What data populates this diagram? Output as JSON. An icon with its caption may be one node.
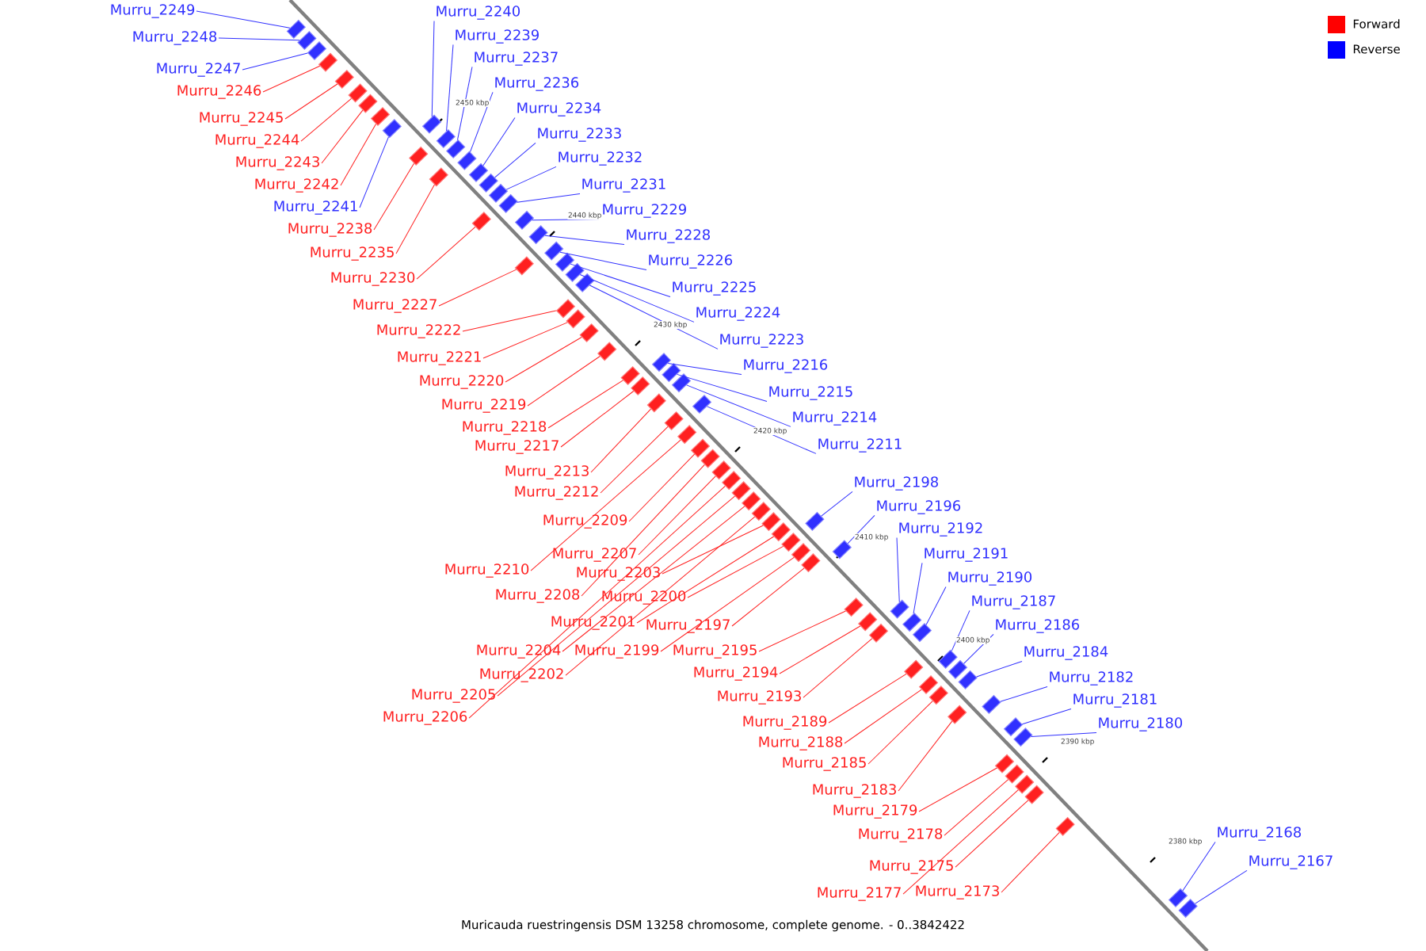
{
  "diagram": {
    "caption": "Muricauda ruestringensis DSM 13258 chromosome, complete genome. - 0..3842422",
    "nodes": [
      {
        "text": [
          "Murru_2249"
        ]
      },
      {
        "text": [
          "Murru_2240"
        ]
      },
      {
        "text": [
          "Murru_2239"
        ]
      },
      {
        "text": [
          "Murru_2248"
        ]
      },
      {
        "text": [
          "Murru_2237"
        ]
      },
      {
        "text": [
          "Murru_2247"
        ]
      },
      {
        "text": [
          "Murru_2236"
        ]
      },
      {
        "text": [
          "Murru_2246"
        ]
      },
      {
        "text": [
          "Murru_2234"
        ]
      },
      {
        "text": [
          "Murru_2245"
        ]
      },
      {
        "text": [
          "Murru_2233"
        ]
      },
      {
        "text": [
          "Murru_2244"
        ]
      },
      {
        "text": [
          "Murru_2232"
        ]
      },
      {
        "text": [
          "Murru_2243"
        ]
      },
      {
        "text": [
          "Murru_2231"
        ]
      },
      {
        "text": [
          "Murru_2242"
        ]
      },
      {
        "text": [
          "Murru_2241"
        ]
      },
      {
        "text": [
          "Murru_2229"
        ]
      },
      {
        "text": [
          "Murru_2238"
        ]
      },
      {
        "text": [
          "Murru_2228"
        ]
      },
      {
        "text": [
          "Murru_2235"
        ]
      },
      {
        "text": [
          "Murru_2226"
        ]
      },
      {
        "text": [
          "Murru_2230"
        ]
      },
      {
        "text": [
          "Murru_2225"
        ]
      },
      {
        "text": [
          "Murru_2227"
        ]
      },
      {
        "text": [
          "Murru_2224"
        ]
      },
      {
        "text": [
          "Murru_2222"
        ]
      },
      {
        "text": [
          "Murru_2223"
        ]
      },
      {
        "text": [
          "Murru_2221"
        ]
      },
      {
        "text": [
          "Murru_2216"
        ]
      },
      {
        "text": [
          "Murru_2220"
        ]
      },
      {
        "text": [
          "Murru_2215"
        ]
      },
      {
        "text": [
          "Murru_2219"
        ]
      },
      {
        "text": [
          "Murru_2214"
        ]
      },
      {
        "text": [
          "Murru_2218"
        ]
      },
      {
        "text": [
          "Murru_2211"
        ]
      },
      {
        "text": [
          "Murru_2217"
        ]
      },
      {
        "text": [
          "Murru_2213"
        ]
      },
      {
        "text": [
          "Murru_2212"
        ]
      },
      {
        "text": [
          "Murru_2198"
        ]
      },
      {
        "text": [
          "Murru_2196"
        ]
      },
      {
        "text": [
          "Murru_2209"
        ]
      },
      {
        "text": [
          "Murru_2192"
        ]
      },
      {
        "text": [
          "Murru_2207"
        ]
      },
      {
        "text": [
          "Murru_2191"
        ]
      },
      {
        "text": [
          "Murru_2210"
        ]
      },
      {
        "text": [
          "Murru_2203"
        ]
      },
      {
        "text": [
          "Murru_2190"
        ]
      },
      {
        "text": [
          "Murru_2208"
        ]
      },
      {
        "text": [
          "Murru_2200"
        ]
      },
      {
        "text": [
          "Murru_2187"
        ]
      },
      {
        "text": [
          "Murru_2201"
        ]
      },
      {
        "text": [
          "Murru_2197"
        ]
      },
      {
        "text": [
          "Murru_2186"
        ]
      },
      {
        "text": [
          "Murru_2204"
        ]
      },
      {
        "text": [
          "Murru_2199"
        ]
      },
      {
        "text": [
          "Murru_2195"
        ]
      },
      {
        "text": [
          "Murru_2184"
        ]
      },
      {
        "text": [
          "Murru_2202"
        ]
      },
      {
        "text": [
          "Murru_2194"
        ]
      },
      {
        "text": [
          "Murru_2182"
        ]
      },
      {
        "text": [
          "Murru_2205"
        ]
      },
      {
        "text": [
          "Murru_2193"
        ]
      },
      {
        "text": [
          "Murru_2181"
        ]
      },
      {
        "text": [
          "Murru_2206"
        ]
      },
      {
        "text": [
          "Murru_2189"
        ]
      },
      {
        "text": [
          "Murru_2180"
        ]
      },
      {
        "text": [
          "Murru_2188"
        ]
      },
      {
        "text": [
          "Murru_2185"
        ]
      },
      {
        "text": [
          "Murru_2183"
        ]
      },
      {
        "text": [
          "Murru_2179"
        ]
      },
      {
        "text": [
          "Murru_2168"
        ]
      },
      {
        "text": [
          "Murru_2178"
        ]
      },
      {
        "text": [
          "Murru_2167"
        ]
      },
      {
        "text": [
          "Murru_2175"
        ]
      },
      {
        "text": [
          "Murru_2177"
        ]
      },
      {
        "text": [
          "Murru_2173"
        ]
      },
      {
        "text": [],
        "shape": "box"
      },
      {
        "text": [],
        "shape": "box"
      },
      {
        "text": [],
        "shape": "box"
      },
      {
        "text": [],
        "shape": "box"
      },
      {
        "text": [],
        "shape": "box"
      },
      {
        "text": [],
        "shape": "box"
      },
      {
        "text": [],
        "shape": "box"
      },
      {
        "text": [],
        "shape": "box"
      },
      {
        "text": [],
        "shape": "box"
      },
      {
        "text": [],
        "shape": "box"
      },
      {
        "text": [],
        "shape": "box"
      },
      {
        "text": [],
        "shape": "box"
      },
      {
        "text": [],
        "shape": "box"
      },
      {
        "text": [],
        "shape": "box"
      },
      {
        "text": [],
        "shape": "box"
      },
      {
        "text": [],
        "shape": "box"
      },
      {
        "text": [],
        "shape": "box"
      },
      {
        "text": [],
        "shape": "box"
      },
      {
        "text": [],
        "shape": "box"
      },
      {
        "text": [],
        "shape": "box"
      },
      {
        "text": [],
        "shape": "box"
      },
      {
        "text": [],
        "shape": "box"
      },
      {
        "text": [],
        "shape": "box"
      },
      {
        "text": [],
        "shape": "box"
      },
      {
        "text": [],
        "shape": "box"
      },
      {
        "text": [],
        "shape": "box"
      },
      {
        "text": [],
        "shape": "box"
      },
      {
        "text": [],
        "shape": "box"
      },
      {
        "text": [],
        "shape": "box"
      },
      {
        "text": [],
        "shape": "box"
      },
      {
        "text": [],
        "shape": "box"
      },
      {
        "text": [],
        "shape": "box"
      },
      {
        "text": [],
        "shape": "box"
      },
      {
        "text": [],
        "shape": "box"
      },
      {
        "text": [],
        "shape": "box"
      },
      {
        "text": [],
        "shape": "box"
      },
      {
        "text": [],
        "shape": "box"
      },
      {
        "text": [],
        "shape": "box"
      },
      {
        "text": [],
        "shape": "box"
      },
      {
        "text": [],
        "shape": "box"
      },
      {
        "text": [],
        "shape": "box"
      },
      {
        "text": [],
        "shape": "box"
      },
      {
        "text": [],
        "shape": "box"
      },
      {
        "text": [],
        "shape": "box"
      },
      {
        "text": [],
        "shape": "box"
      },
      {
        "text": [],
        "shape": "box"
      },
      {
        "text": [],
        "shape": "box"
      },
      {
        "text": [],
        "shape": "box"
      },
      {
        "text": [],
        "shape": "box"
      },
      {
        "text": [],
        "shape": "box"
      },
      {
        "text": [],
        "shape": "box"
      },
      {
        "text": [],
        "shape": "box"
      },
      {
        "text": [],
        "shape": "box"
      },
      {
        "text": [],
        "shape": "box"
      },
      {
        "text": [],
        "shape": "box"
      },
      {
        "text": [],
        "shape": "box"
      },
      {
        "text": [],
        "shape": "box"
      },
      {
        "text": [],
        "shape": "box"
      },
      {
        "text": [],
        "shape": "box"
      },
      {
        "text": [],
        "shape": "box"
      },
      {
        "text": [],
        "shape": "box"
      },
      {
        "text": [],
        "shape": "box"
      },
      {
        "text": [],
        "shape": "box"
      },
      {
        "text": [],
        "shape": "box"
      },
      {
        "text": [],
        "shape": "box"
      },
      {
        "text": [],
        "shape": "box"
      },
      {
        "text": [],
        "shape": "box"
      },
      {
        "text": [],
        "shape": "box"
      },
      {
        "text": [],
        "shape": "box"
      },
      {
        "text": [],
        "shape": "box"
      },
      {
        "text": [],
        "shape": "box"
      },
      {
        "text": [],
        "shape": "box"
      },
      {
        "text": [],
        "shape": "box"
      },
      {
        "text": [],
        "shape": "box"
      },
      {
        "text": [],
        "shape": "box"
      },
      {
        "text": [],
        "shape": "box"
      },
      {
        "text": [],
        "shape": "box"
      }
    ],
    "edges": [
      {
        "from": 0,
        "to": 77,
        "arrow": "none",
        "color": "#3030ff"
      },
      {
        "from": 1,
        "to": 78,
        "arrow": "none",
        "color": "#3030ff"
      },
      {
        "from": 2,
        "to": 79,
        "arrow": "none",
        "color": "#3030ff"
      },
      {
        "from": 3,
        "to": 80,
        "arrow": "none",
        "color": "#3030ff"
      },
      {
        "from": 4,
        "to": 81,
        "arrow": "none",
        "color": "#3030ff"
      },
      {
        "from": 5,
        "to": 82,
        "arrow": "none",
        "color": "#3030ff"
      },
      {
        "from": 6,
        "to": 83,
        "arrow": "none",
        "color": "#3030ff"
      },
      {
        "from": 7,
        "to": 84,
        "arrow": "none"
      },
      {
        "from": 8,
        "to": 85,
        "arrow": "none",
        "color": "#3030ff"
      },
      {
        "from": 9,
        "to": 86,
        "arrow": "none"
      },
      {
        "from": 10,
        "to": 87,
        "arrow": "none",
        "color": "#3030ff"
      },
      {
        "from": 11,
        "to": 88,
        "arrow": "none"
      },
      {
        "from": 12,
        "to": 89,
        "arrow": "none",
        "color": "#3030ff"
      },
      {
        "from": 13,
        "to": 90,
        "arrow": "none"
      },
      {
        "from": 14,
        "to": 91,
        "arrow": "none",
        "color": "#3030ff"
      },
      {
        "from": 15,
        "to": 92,
        "arrow": "none"
      },
      {
        "from": 16,
        "to": 93,
        "arrow": "none",
        "color": "#3030ff"
      },
      {
        "from": 17,
        "to": 94,
        "arrow": "none",
        "color": "#3030ff"
      },
      {
        "from": 18,
        "to": 95,
        "arrow": "none"
      },
      {
        "from": 19,
        "to": 96,
        "arrow": "none",
        "color": "#3030ff"
      },
      {
        "from": 20,
        "to": 97,
        "arrow": "none"
      },
      {
        "from": 21,
        "to": 98,
        "arrow": "none",
        "color": "#3030ff"
      },
      {
        "from": 22,
        "to": 99,
        "arrow": "none"
      },
      {
        "from": 23,
        "to": 100,
        "arrow": "none",
        "color": "#3030ff"
      },
      {
        "from": 24,
        "to": 101,
        "arrow": "none"
      },
      {
        "from": 25,
        "to": 102,
        "arrow": "none",
        "color": "#3030ff"
      },
      {
        "from": 26,
        "to": 103,
        "arrow": "none"
      },
      {
        "from": 27,
        "to": 104,
        "arrow": "none",
        "color": "#3030ff"
      },
      {
        "from": 28,
        "to": 105,
        "arrow": "none"
      },
      {
        "from": 29,
        "to": 106,
        "arrow": "none",
        "color": "#3030ff"
      },
      {
        "from": 30,
        "to": 107,
        "arrow": "none"
      },
      {
        "from": 31,
        "to": 108,
        "arrow": "none",
        "color": "#3030ff"
      },
      {
        "from": 32,
        "to": 109,
        "arrow": "none"
      },
      {
        "from": 33,
        "to": 110,
        "arrow": "none",
        "color": "#3030ff"
      },
      {
        "from": 34,
        "to": 111,
        "arrow": "none"
      },
      {
        "from": 35,
        "to": 112,
        "arrow": "none",
        "color": "#3030ff"
      },
      {
        "from": 36,
        "to": 113,
        "arrow": "none"
      },
      {
        "from": 37,
        "to": 114,
        "arrow": "none"
      },
      {
        "from": 38,
        "to": 115,
        "arrow": "none"
      },
      {
        "from": 39,
        "to": 116,
        "arrow": "none",
        "color": "#3030ff"
      },
      {
        "from": 40,
        "to": 117,
        "arrow": "none",
        "color": "#3030ff"
      },
      {
        "from": 41,
        "to": 118,
        "arrow": "none"
      },
      {
        "from": 42,
        "to": 119,
        "arrow": "none",
        "color": "#3030ff"
      },
      {
        "from": 43,
        "to": 120,
        "arrow": "none"
      },
      {
        "from": 44,
        "to": 121,
        "arrow": "none",
        "color": "#3030ff"
      },
      {
        "from": 45,
        "to": 122,
        "arrow": "none"
      },
      {
        "from": 46,
        "to": 123,
        "arrow": "none"
      },
      {
        "from": 47,
        "to": 124,
        "arrow": "none",
        "color": "#3030ff"
      },
      {
        "from": 48,
        "to": 125,
        "arrow": "none"
      },
      {
        "from": 49,
        "to": 126,
        "arrow": "none"
      },
      {
        "from": 50,
        "to": 127,
        "arrow": "none",
        "color": "#3030ff"
      },
      {
        "from": 51,
        "to": 128,
        "arrow": "none"
      },
      {
        "from": 52,
        "to": 129,
        "arrow": "none"
      },
      {
        "from": 53,
        "to": 130,
        "arrow": "none",
        "color": "#3030ff"
      },
      {
        "from": 54,
        "to": 131,
        "arrow": "none"
      },
      {
        "from": 55,
        "to": 132,
        "arrow": "none"
      },
      {
        "from": 56,
        "to": 133,
        "arrow": "none"
      },
      {
        "from": 57,
        "to": 134,
        "arrow": "none",
        "color": "#3030ff"
      },
      {
        "from": 58,
        "to": 135,
        "arrow": "none"
      },
      {
        "from": 59,
        "to": 136,
        "arrow": "none"
      },
      {
        "from": 60,
        "to": 137,
        "arrow": "none",
        "color": "#3030ff"
      },
      {
        "from": 61,
        "to": 138,
        "arrow": "none"
      },
      {
        "from": 62,
        "to": 139,
        "arrow": "none"
      },
      {
        "from": 63,
        "to": 140,
        "arrow": "none",
        "color": "#3030ff"
      },
      {
        "from": 64,
        "to": 141,
        "arrow": "none"
      },
      {
        "from": 65,
        "to": 142,
        "arrow": "none"
      },
      {
        "from": 66,
        "to": 143,
        "arrow": "none",
        "color": "#3030ff"
      },
      {
        "from": 67,
        "to": 144,
        "arrow": "none"
      },
      {
        "from": 68,
        "to": 145,
        "arrow": "none"
      },
      {
        "from": 69,
        "to": 146,
        "arrow": "none"
      },
      {
        "from": 70,
        "to": 147,
        "arrow": "none"
      },
      {
        "from": 71,
        "to": 148,
        "arrow": "none",
        "color": "#3030ff"
      },
      {
        "from": 72,
        "to": 149,
        "arrow": "none"
      },
      {
        "from": 73,
        "to": 150,
        "arrow": "none",
        "color": "#3030ff"
      },
      {
        "from": 74,
        "to": 151,
        "arrow": "none"
      },
      {
        "from": 75,
        "to": 152,
        "arrow": "none"
      },
      {
        "from": 76,
        "to": 153,
        "arrow": "none"
      }
    ],
    "labels": [
      "2450 kbp",
      "2440 kbp",
      "2430 kbp",
      "2420 kbp",
      "2410 kbp",
      "2400 kbp",
      "2390 kbp",
      "2380 kbp"
    ],
    "legend": [
      {
        "text": "Forward",
        "color": "#ff0000"
      },
      {
        "text": "Reverse",
        "color": "#0000ff"
      }
    ]
  }
}
